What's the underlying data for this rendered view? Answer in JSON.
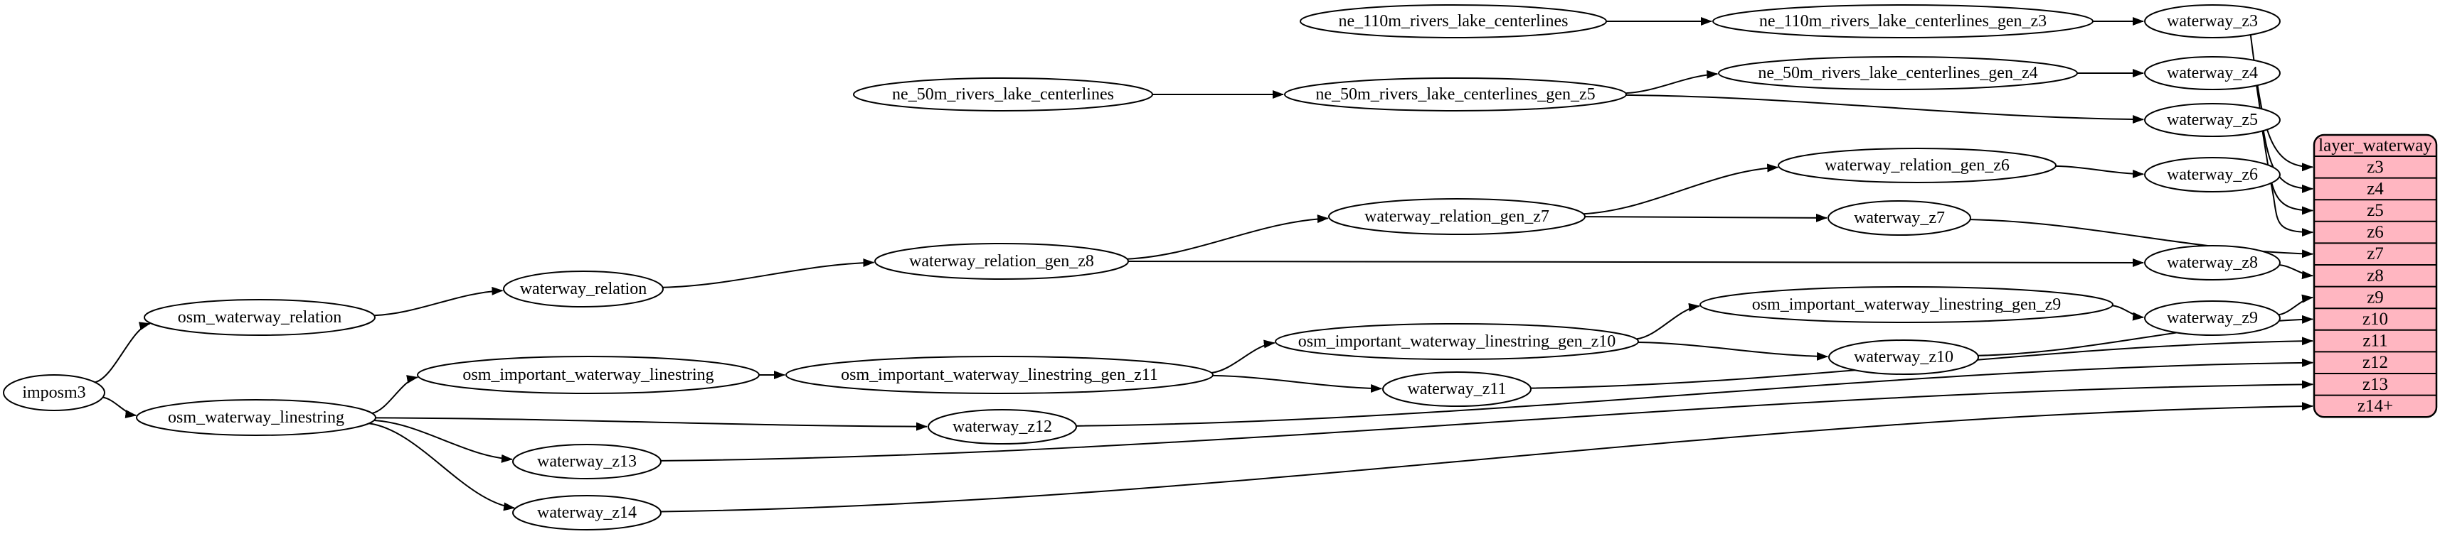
{
  "diagram": {
    "colors": {
      "background": "#ffffff",
      "node_fill": "#ffffff",
      "node_stroke": "#000000",
      "edge_color": "#000000",
      "table_fill": "#ffb6c1",
      "table_stroke": "#000000",
      "text_color": "#000000"
    },
    "nodes": [
      {
        "id": "imposm3",
        "label": "imposm3"
      },
      {
        "id": "osm_waterway_relation",
        "label": "osm_waterway_relation"
      },
      {
        "id": "osm_waterway_linestring",
        "label": "osm_waterway_linestring"
      },
      {
        "id": "waterway_relation",
        "label": "waterway_relation"
      },
      {
        "id": "waterway_relation_gen_z8",
        "label": "waterway_relation_gen_z8"
      },
      {
        "id": "waterway_relation_gen_z7",
        "label": "waterway_relation_gen_z7"
      },
      {
        "id": "waterway_relation_gen_z6",
        "label": "waterway_relation_gen_z6"
      },
      {
        "id": "ne_110m_rivers_lake_centerlines",
        "label": "ne_110m_rivers_lake_centerlines"
      },
      {
        "id": "ne_110m_rivers_lake_centerlines_gen_z3",
        "label": "ne_110m_rivers_lake_centerlines_gen_z3"
      },
      {
        "id": "ne_50m_rivers_lake_centerlines",
        "label": "ne_50m_rivers_lake_centerlines"
      },
      {
        "id": "ne_50m_rivers_lake_centerlines_gen_z5",
        "label": "ne_50m_rivers_lake_centerlines_gen_z5"
      },
      {
        "id": "ne_50m_rivers_lake_centerlines_gen_z4",
        "label": "ne_50m_rivers_lake_centerlines_gen_z4"
      },
      {
        "id": "osm_important_waterway_linestring",
        "label": "osm_important_waterway_linestring"
      },
      {
        "id": "osm_important_waterway_linestring_gen_z11",
        "label": "osm_important_waterway_linestring_gen_z11"
      },
      {
        "id": "osm_important_waterway_linestring_gen_z10",
        "label": "osm_important_waterway_linestring_gen_z10"
      },
      {
        "id": "osm_important_waterway_linestring_gen_z9",
        "label": "osm_important_waterway_linestring_gen_z9"
      },
      {
        "id": "waterway_z3",
        "label": "waterway_z3"
      },
      {
        "id": "waterway_z4",
        "label": "waterway_z4"
      },
      {
        "id": "waterway_z5",
        "label": "waterway_z5"
      },
      {
        "id": "waterway_z6",
        "label": "waterway_z6"
      },
      {
        "id": "waterway_z7",
        "label": "waterway_z7"
      },
      {
        "id": "waterway_z8",
        "label": "waterway_z8"
      },
      {
        "id": "waterway_z9",
        "label": "waterway_z9"
      },
      {
        "id": "waterway_z10",
        "label": "waterway_z10"
      },
      {
        "id": "waterway_z11",
        "label": "waterway_z11"
      },
      {
        "id": "waterway_z12",
        "label": "waterway_z12"
      },
      {
        "id": "waterway_z13",
        "label": "waterway_z13"
      },
      {
        "id": "waterway_z14",
        "label": "waterway_z14"
      }
    ],
    "table": {
      "id": "layer_waterway",
      "title": "layer_waterway",
      "rows": [
        "z3",
        "z4",
        "z5",
        "z6",
        "z7",
        "z8",
        "z9",
        "z10",
        "z11",
        "z12",
        "z13",
        "z14+"
      ]
    },
    "edges": [
      {
        "from": "imposm3",
        "to": "osm_waterway_relation"
      },
      {
        "from": "imposm3",
        "to": "osm_waterway_linestring"
      },
      {
        "from": "osm_waterway_relation",
        "to": "waterway_relation"
      },
      {
        "from": "waterway_relation",
        "to": "waterway_relation_gen_z8"
      },
      {
        "from": "waterway_relation_gen_z8",
        "to": "waterway_relation_gen_z7"
      },
      {
        "from": "waterway_relation_gen_z7",
        "to": "waterway_relation_gen_z6"
      },
      {
        "from": "waterway_relation_gen_z6",
        "to": "waterway_z6"
      },
      {
        "from": "waterway_relation_gen_z7",
        "to": "waterway_z7"
      },
      {
        "from": "waterway_relation_gen_z8",
        "to": "waterway_z8"
      },
      {
        "from": "ne_110m_rivers_lake_centerlines",
        "to": "ne_110m_rivers_lake_centerlines_gen_z3"
      },
      {
        "from": "ne_110m_rivers_lake_centerlines_gen_z3",
        "to": "waterway_z3"
      },
      {
        "from": "ne_50m_rivers_lake_centerlines",
        "to": "ne_50m_rivers_lake_centerlines_gen_z5"
      },
      {
        "from": "ne_50m_rivers_lake_centerlines_gen_z5",
        "to": "ne_50m_rivers_lake_centerlines_gen_z4"
      },
      {
        "from": "ne_50m_rivers_lake_centerlines_gen_z4",
        "to": "waterway_z4"
      },
      {
        "from": "ne_50m_rivers_lake_centerlines_gen_z5",
        "to": "waterway_z5"
      },
      {
        "from": "osm_waterway_linestring",
        "to": "osm_important_waterway_linestring"
      },
      {
        "from": "osm_important_waterway_linestring",
        "to": "osm_important_waterway_linestring_gen_z11"
      },
      {
        "from": "osm_important_waterway_linestring_gen_z11",
        "to": "osm_important_waterway_linestring_gen_z10"
      },
      {
        "from": "osm_important_waterway_linestring_gen_z10",
        "to": "osm_important_waterway_linestring_gen_z9"
      },
      {
        "from": "osm_important_waterway_linestring_gen_z9",
        "to": "waterway_z9"
      },
      {
        "from": "osm_important_waterway_linestring_gen_z10",
        "to": "waterway_z10"
      },
      {
        "from": "osm_important_waterway_linestring_gen_z11",
        "to": "waterway_z11"
      },
      {
        "from": "osm_waterway_linestring",
        "to": "waterway_z12"
      },
      {
        "from": "osm_waterway_linestring",
        "to": "waterway_z13"
      },
      {
        "from": "osm_waterway_linestring",
        "to": "waterway_z14"
      },
      {
        "from": "waterway_z3",
        "to": "layer_waterway",
        "row": "z3"
      },
      {
        "from": "waterway_z4",
        "to": "layer_waterway",
        "row": "z4"
      },
      {
        "from": "waterway_z5",
        "to": "layer_waterway",
        "row": "z5"
      },
      {
        "from": "waterway_z6",
        "to": "layer_waterway",
        "row": "z6"
      },
      {
        "from": "waterway_z7",
        "to": "layer_waterway",
        "row": "z7"
      },
      {
        "from": "waterway_z8",
        "to": "layer_waterway",
        "row": "z8"
      },
      {
        "from": "waterway_z9",
        "to": "layer_waterway",
        "row": "z9"
      },
      {
        "from": "waterway_z10",
        "to": "layer_waterway",
        "row": "z10"
      },
      {
        "from": "waterway_z11",
        "to": "layer_waterway",
        "row": "z11"
      },
      {
        "from": "waterway_z12",
        "to": "layer_waterway",
        "row": "z12"
      },
      {
        "from": "waterway_z13",
        "to": "layer_waterway",
        "row": "z13"
      },
      {
        "from": "waterway_z14",
        "to": "layer_waterway",
        "row": "z14+"
      }
    ]
  }
}
